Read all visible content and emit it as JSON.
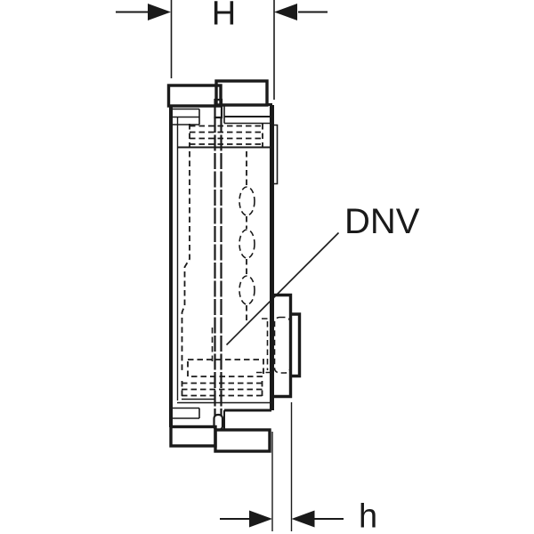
{
  "page": {
    "background": "#ffffff"
  },
  "drawing": {
    "line_color": "#1a1a1a",
    "style": "monochrome technical line drawing"
  },
  "labels": {
    "top_dimension": "H",
    "bottom_dimension": "h",
    "part_callout": "DNV"
  },
  "icons": {
    "dimension_arrowhead": "filled-triangle"
  }
}
